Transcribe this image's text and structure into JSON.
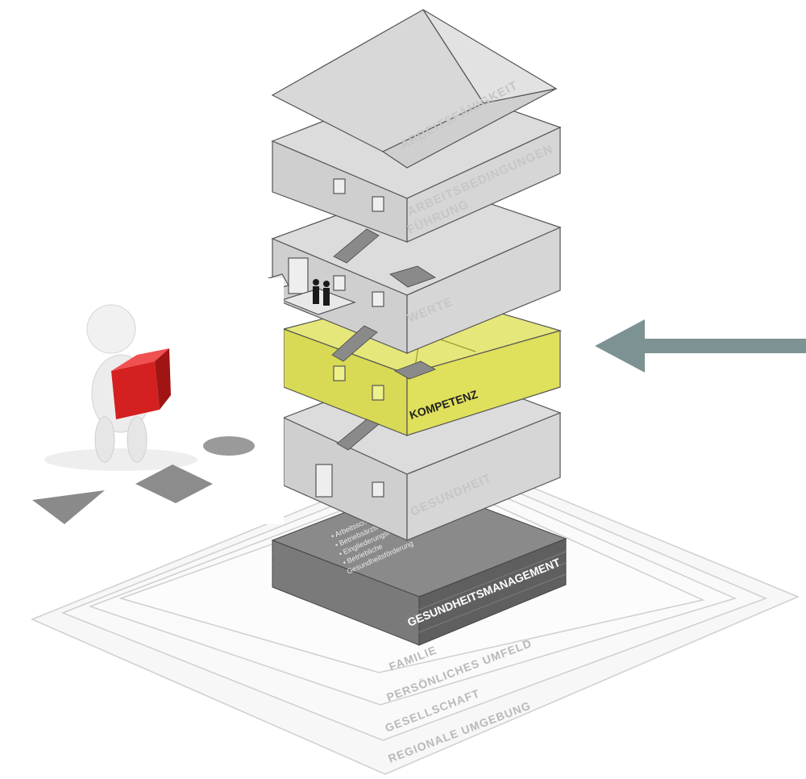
{
  "diagram": {
    "floors": {
      "roof": "ARBEITSFÄHIGKEIT",
      "floor4_line1": "ARBEITSBEDINGUNGEN",
      "floor4_line2": "FÜHRUNG",
      "floor3": "WERTE",
      "floor2": "KOMPETENZ",
      "floor1": "GESUNDHEIT"
    },
    "foundation": {
      "title": "GESUNDHEITSMANAGEMENT",
      "items": [
        "• Arbeitsschutz",
        "• Betriebsärztlicher Dienst",
        "• Eingliederungsmanagement",
        "• Betriebliche",
        "  Gesundheitsförderung"
      ]
    },
    "environment": {
      "ring1": "FAMILIE",
      "ring2": "PERSÖNLICHES UMFELD",
      "ring3": "GESELLSCHAFT",
      "ring4": "REGIONALE UMGEBUNG"
    },
    "highlight_floor": "KOMPETENZ",
    "colors": {
      "highlight": "#e2e35a",
      "arrow": "#7d9293",
      "floor_gray": "#d4d4d4",
      "foundation": "#6e6e6e",
      "figure_box": "#d42020"
    }
  }
}
